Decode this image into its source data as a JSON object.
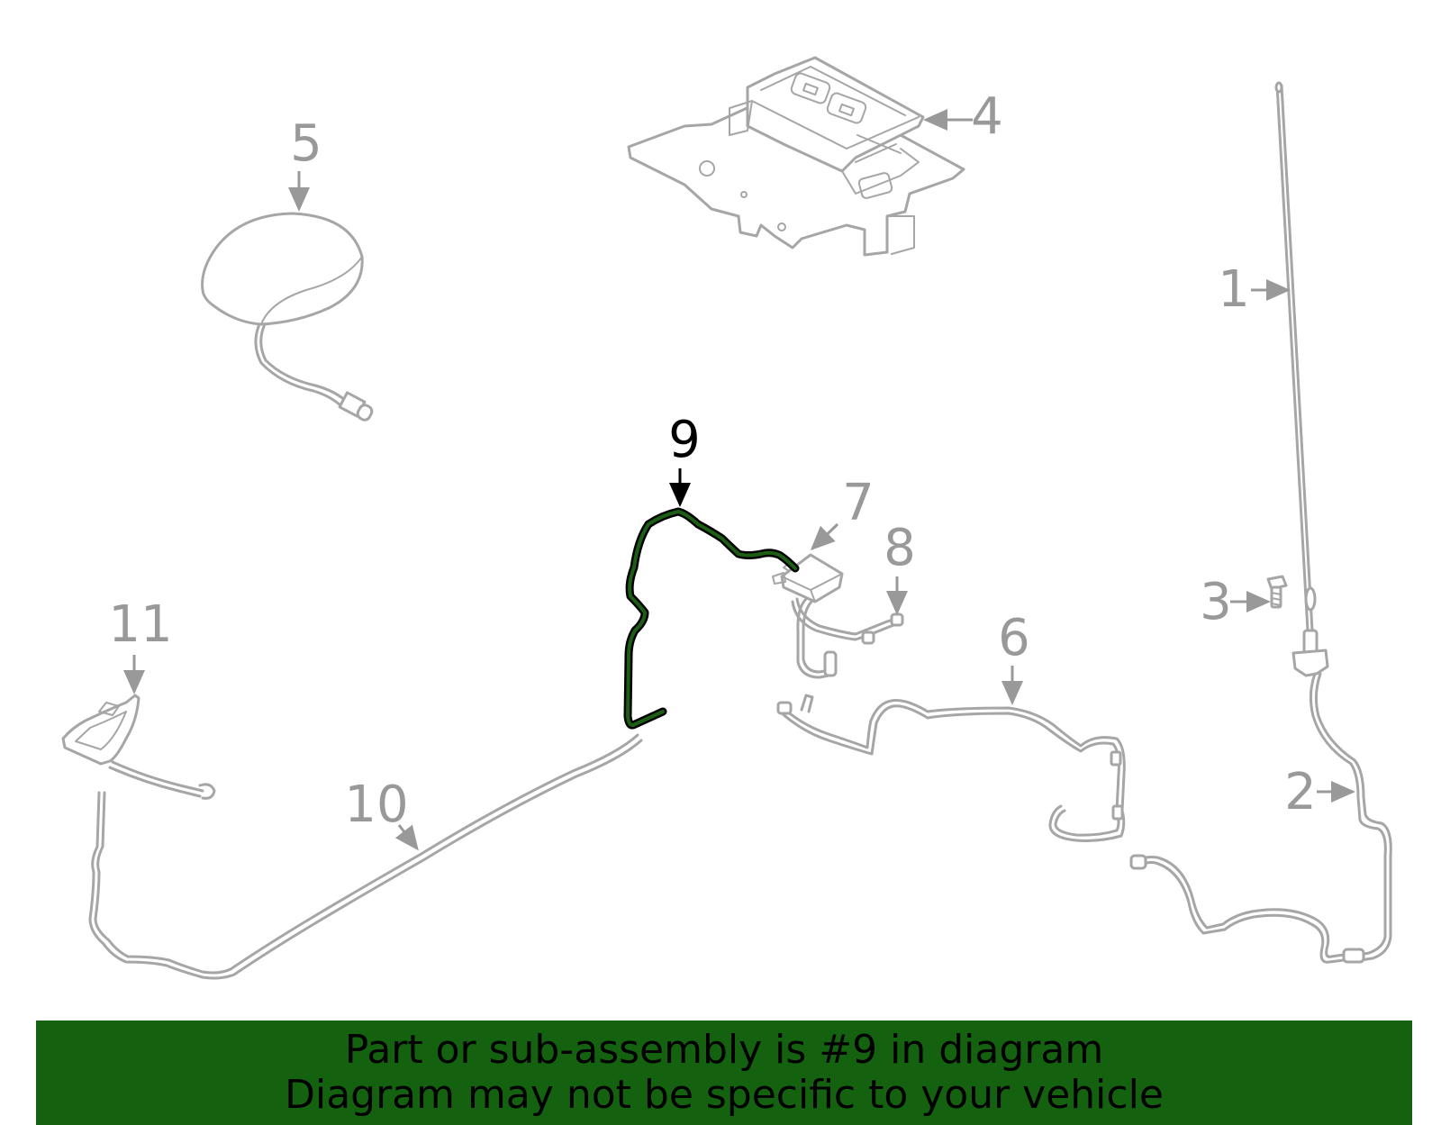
{
  "diagram": {
    "highlighted_part": "9",
    "callouts": {
      "c1": "1",
      "c2": "2",
      "c3": "3",
      "c4": "4",
      "c5": "5",
      "c6": "6",
      "c7": "7",
      "c8": "8",
      "c9": "9",
      "c10": "10",
      "c11": "11"
    },
    "colors": {
      "part_line": "#a6a6a6",
      "callout": "#999999",
      "highlight": "#1b5e14",
      "banner": "#14620f"
    }
  },
  "banner": {
    "line1": "Part or sub-assembly is #9 in diagram",
    "line2": "Diagram may not be specific to your vehicle"
  }
}
